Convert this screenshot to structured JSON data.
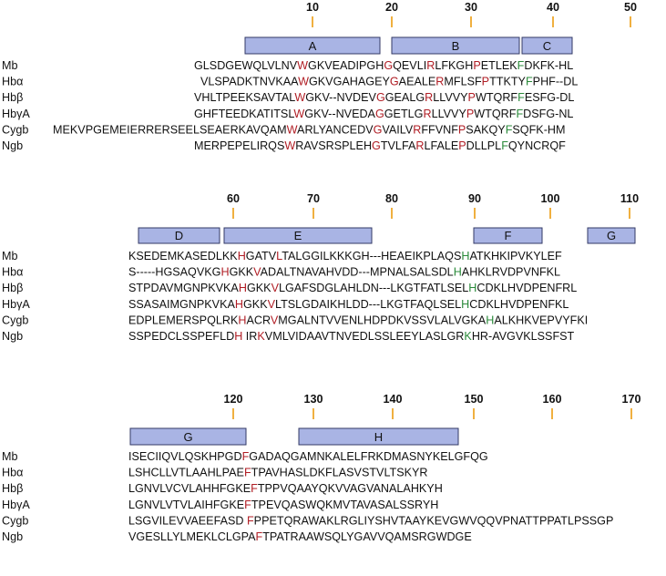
{
  "colors": {
    "red": "#b01d24",
    "green": "#2a8a3a",
    "helix_fill": "#a9b4e4",
    "tick": "#f0b040"
  },
  "blocks": [
    {
      "ticks": [
        "10",
        "20",
        "30",
        "40",
        "50"
      ],
      "helices": [
        "A",
        "B",
        "C"
      ],
      "rows": [
        {
          "label": "Mb",
          "seq": "GLSDGEWQLVLNVWGKVEADIPGHGQEVLIRLFKGHPETLEKFDKFK-HL",
          "red": [
            13,
            24,
            30,
            36
          ],
          "green": [
            42
          ]
        },
        {
          "label": "Hbα",
          "seq": "VLSPADKTNVKAAWGKVGAHAGEYGAEALERMFLSFPTTKTYFPHF--DL",
          "red": [
            13,
            24,
            30,
            36
          ],
          "green": [
            42
          ]
        },
        {
          "label": "Hbβ",
          "seq": "VHLTPEEKSAVTALWGKV--NVDEVGGEALGRLLVVYPWTQRFFESFG-DL",
          "red": [
            14,
            25,
            31,
            37
          ],
          "green": [
            43
          ]
        },
        {
          "label": "HbγA",
          "seq": "GHFTEEDKATITSLWGKV--NVEDAGGETLGRLLVVYPWTQRFFDSFG-NL",
          "red": [
            14,
            25,
            31,
            37
          ],
          "green": [
            43
          ]
        },
        {
          "label": "Cygb",
          "seq": "MEKVPGEMEIERRERSEELSEAERKAVQAMWARLYANCEDVGVAILVRFFVNFPSAKQYFSQFK-HM",
          "red": [
            30,
            41,
            47,
            53
          ],
          "green": [
            59
          ]
        },
        {
          "label": "Ngb",
          "seq": "MERPEPELIRQSWRAVSRSPLEHGTVLFARLFALEPDLLPLFQYNCRQF",
          "red": [
            12,
            23,
            29,
            35
          ],
          "green": [
            41
          ]
        }
      ]
    },
    {
      "ticks": [
        "60",
        "70",
        "80",
        "90",
        "100",
        "110"
      ],
      "helices": [
        "D",
        "E",
        "F",
        "G"
      ],
      "rows": [
        {
          "label": "Mb",
          "seq": "KSEDEMKASEDLKKHGATVLTALGGILKKKGH---HEAEIKPLAQSHATKHKIPVKYLEF",
          "red": [
            14,
            19
          ],
          "green": [
            46
          ]
        },
        {
          "label": "Hbα",
          "seq": "S-----HGSAQVKGHGKKVADALTNAVAHVDD---MPNALSALSDLHAHKLRVDPVNFKL",
          "red": [
            14,
            18
          ],
          "green": [
            46
          ]
        },
        {
          "label": "Hbβ",
          "seq": "STPDAVMGNPKVKAHGKKVLGAFSDGLAHLDN---LKGTFATLSELHCDKLHVDPENFRL",
          "red": [
            14,
            18
          ],
          "green": [
            46
          ]
        },
        {
          "label": "HbγA",
          "seq": "SSASAIMGNPKVKAHGKKVLTSLGDAIKHLDD---LKGTFAQLSELHCDKLHVDPENFKL",
          "red": [
            14,
            18
          ],
          "green": [
            46
          ]
        },
        {
          "label": "Cygb",
          "seq": "EDPLEMERSPQLRKHACRVMGALNTVVENLHDPDKVSSVLALVGKAHALKHKVEPVYFKI",
          "red": [
            14,
            18
          ],
          "green": [
            46
          ]
        },
        {
          "label": "Ngb",
          "seq": "SSPEDCLSSPEFLDH IRKVMLVIDAAVTNVEDLSSLEEYLASLGRKHR-AVGVKLSSFST",
          "red": [
            14,
            18
          ],
          "green": [
            46
          ]
        }
      ]
    },
    {
      "ticks": [
        "120",
        "130",
        "140",
        "150",
        "160",
        "170"
      ],
      "helices": [
        "G",
        "H"
      ],
      "rows": [
        {
          "label": "Mb",
          "seq": "ISECIIQVLQSKHPGDFGADAQGAMNKALELFRKDMASNYKELGFQG",
          "red": [
            16
          ],
          "green": []
        },
        {
          "label": "Hbα",
          "seq": "LSHCLLVTLAAHLPAEFTPAVHASLDKFLASVSTVLTSKYR",
          "red": [
            16
          ],
          "green": []
        },
        {
          "label": "Hbβ",
          "seq": "LGNVLVCVLAHHFGKEFTPPVQAAYQKVVAGVANALAHKYH",
          "red": [
            16
          ],
          "green": []
        },
        {
          "label": "HbγA",
          "seq": "LGNVLVTVLAIHFGKEFTPEVQASWQKMVTAVASALSSRYH",
          "red": [
            16
          ],
          "green": []
        },
        {
          "label": "Cygb",
          "seq": "LSGVILEVVAEEFASD FPPETQRAWAKLRGLIYSHVTAAYKEVGWVQQVPNATTPPATLPSSGP",
          "red": [
            17
          ],
          "green": []
        },
        {
          "label": "Ngb",
          "seq": "VGESLLYLMEKLCLGPAFTPATRAAWSQLYGAVVQAMSRGWDGE",
          "red": [
            17
          ],
          "green": []
        }
      ]
    }
  ]
}
